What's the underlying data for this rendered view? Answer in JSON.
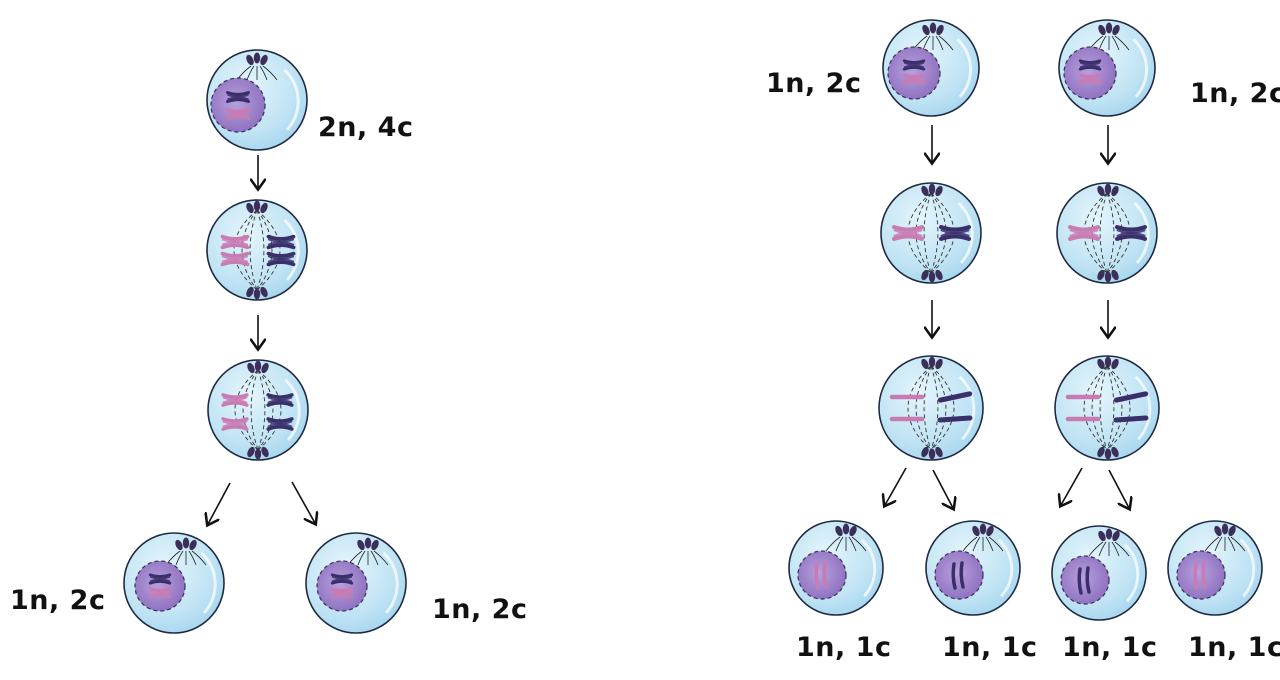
{
  "labels": {
    "left_parent": "2n, 4c",
    "left_daughter_a": "1n, 2c",
    "left_daughter_b": "1n, 2c",
    "right_parent_a": "1n, 2c",
    "right_parent_b": "1n, 2c",
    "right_gamete_1": "1n, 1c",
    "right_gamete_2": "1n, 1c",
    "right_gamete_3": "1n, 1c",
    "right_gamete_4": "1n, 1c"
  },
  "colors": {
    "cell_fill": "#c8e8f6",
    "cell_stroke": "#1f2a44",
    "nucleus_fill": "#9b7fc6",
    "chromosome_pink": "#c97bb3",
    "chromosome_navy": "#3a2f6b",
    "centrosome": "#3b2f5a"
  }
}
